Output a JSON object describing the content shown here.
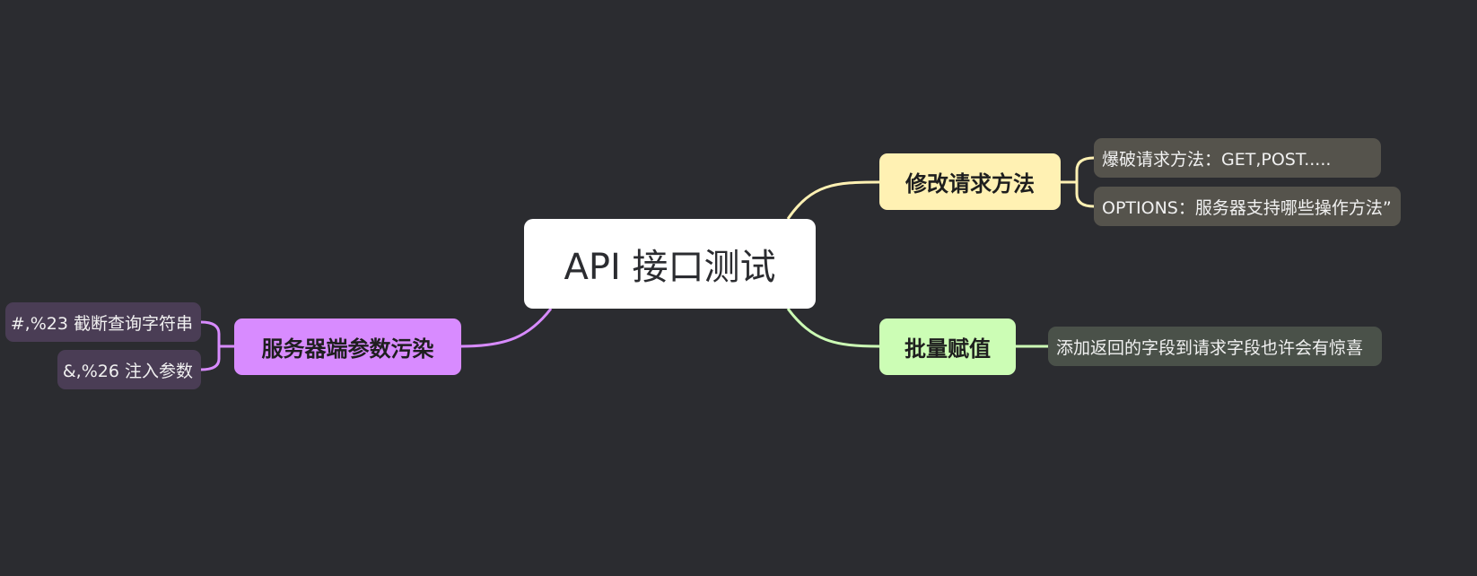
{
  "mindmap": {
    "root": {
      "label": "API 接口测试"
    },
    "branches": [
      {
        "label": "修改请求方法",
        "color": "#fff1b3",
        "children": [
          {
            "label": "爆破请求方法：GET,POST....."
          },
          {
            "label": "OPTIONS：服务器支持哪些操作方法”"
          }
        ]
      },
      {
        "label": "批量赋值",
        "color": "#ccfdb5",
        "children": [
          {
            "label": "添加返回的字段到请求字段也许会有惊喜"
          }
        ]
      },
      {
        "label": "服务器端参数污染",
        "color": "#d88bff",
        "children": [
          {
            "label": "#,%23 截断查询字符串"
          },
          {
            "label": "&,%26 注入参数"
          }
        ]
      }
    ]
  }
}
